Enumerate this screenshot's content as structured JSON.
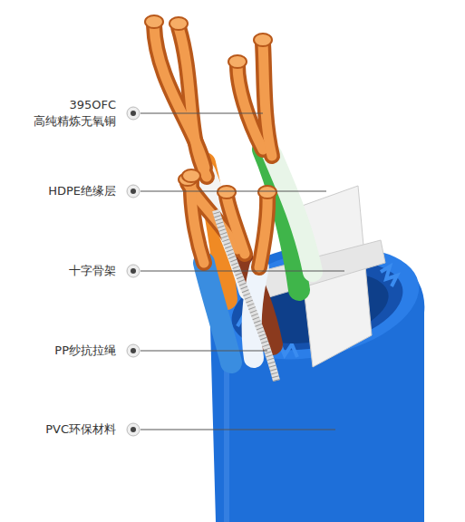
{
  "diagram": {
    "labels": [
      "395OFC",
      "高纯精炼无氧铜",
      "HDPE绝缘层",
      "十字骨架",
      "PP纱抗拉绳",
      "PVC环保材料"
    ]
  }
}
